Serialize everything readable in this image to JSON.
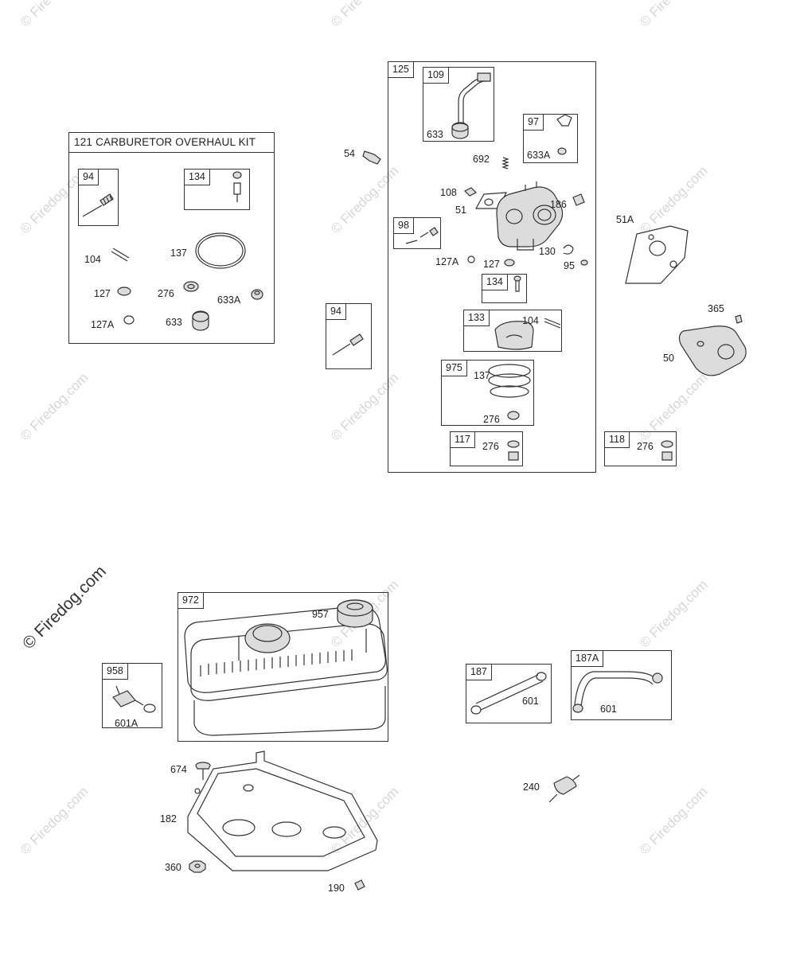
{
  "watermark": {
    "text": "© Firedog.com"
  },
  "kit": {
    "title": "121 CARBURETOR OVERHAUL KIT",
    "inner_boxes": [
      {
        "label": "94"
      },
      {
        "label": "134"
      }
    ],
    "callouts": [
      "104",
      "137",
      "127",
      "276",
      "633A",
      "127A",
      "633"
    ]
  },
  "carb_assembly": {
    "label": "125",
    "inner_boxes": [
      {
        "label": "109"
      },
      {
        "label": "97"
      },
      {
        "label": "98"
      },
      {
        "label": "134"
      },
      {
        "label": "133"
      },
      {
        "label": "975"
      },
      {
        "label": "117"
      }
    ],
    "callouts": [
      "633",
      "633A",
      "692",
      "108",
      "51",
      "186",
      "130",
      "127A",
      "127",
      "95",
      "104",
      "137",
      "276",
      "276"
    ]
  },
  "loose_parts": {
    "callouts": [
      "54",
      "51A",
      "365",
      "50",
      "276"
    ],
    "boxes": [
      {
        "label": "94"
      },
      {
        "label": "118"
      }
    ]
  },
  "fuel_tank": {
    "label": "972",
    "callouts": [
      "957",
      "674",
      "182",
      "360",
      "190"
    ]
  },
  "fuel_valve": {
    "label": "958",
    "callouts": [
      "601A"
    ]
  },
  "fuel_lines": {
    "boxes": [
      {
        "label": "187"
      },
      {
        "label": "187A"
      }
    ],
    "callouts": [
      "601",
      "601",
      "240"
    ]
  }
}
